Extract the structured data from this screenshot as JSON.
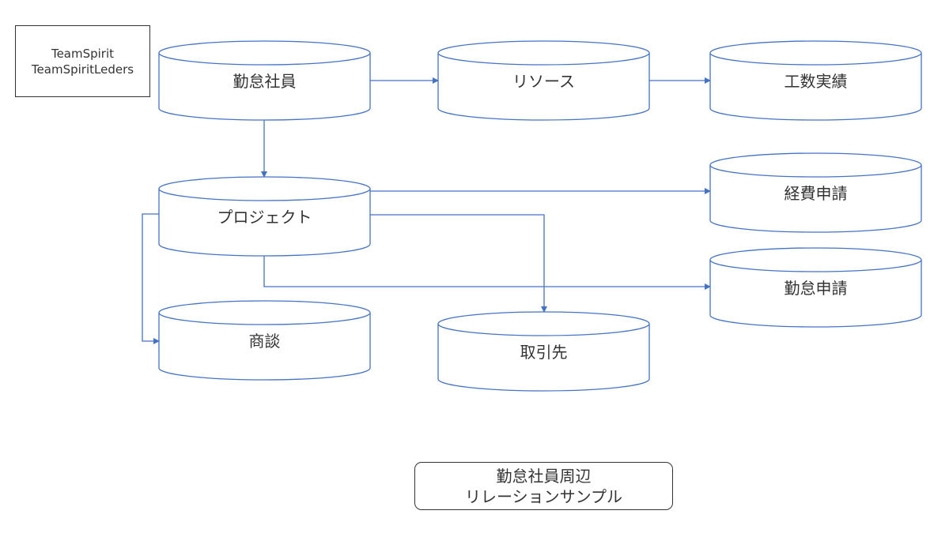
{
  "source_box": {
    "line1": "TeamSpirit",
    "line2": "TeamSpiritLeders"
  },
  "caption": {
    "line1": "勤怠社員周辺",
    "line2": "リレーションサンプル"
  },
  "nodes": [
    {
      "id": "kintai-shain",
      "label": "勤怠社員"
    },
    {
      "id": "resource",
      "label": "リソース"
    },
    {
      "id": "kousu-jisseki",
      "label": "工数実績"
    },
    {
      "id": "project",
      "label": "プロジェクト"
    },
    {
      "id": "keihi-shinsei",
      "label": "経費申請"
    },
    {
      "id": "kintai-shinsei",
      "label": "勤怠申請"
    },
    {
      "id": "shoudan",
      "label": "商談"
    },
    {
      "id": "torihikisaki",
      "label": "取引先"
    }
  ],
  "edges": [
    {
      "from": "kintai-shain",
      "to": "resource"
    },
    {
      "from": "resource",
      "to": "kousu-jisseki"
    },
    {
      "from": "kintai-shain",
      "to": "project"
    },
    {
      "from": "project",
      "to": "keihi-shinsei"
    },
    {
      "from": "project",
      "to": "torihikisaki"
    },
    {
      "from": "project",
      "to": "kintai-shinsei"
    },
    {
      "from": "project",
      "to": "shoudan"
    }
  ],
  "colors": {
    "shape_stroke": "#4472c4",
    "text": "#333333",
    "background": "#ffffff"
  }
}
